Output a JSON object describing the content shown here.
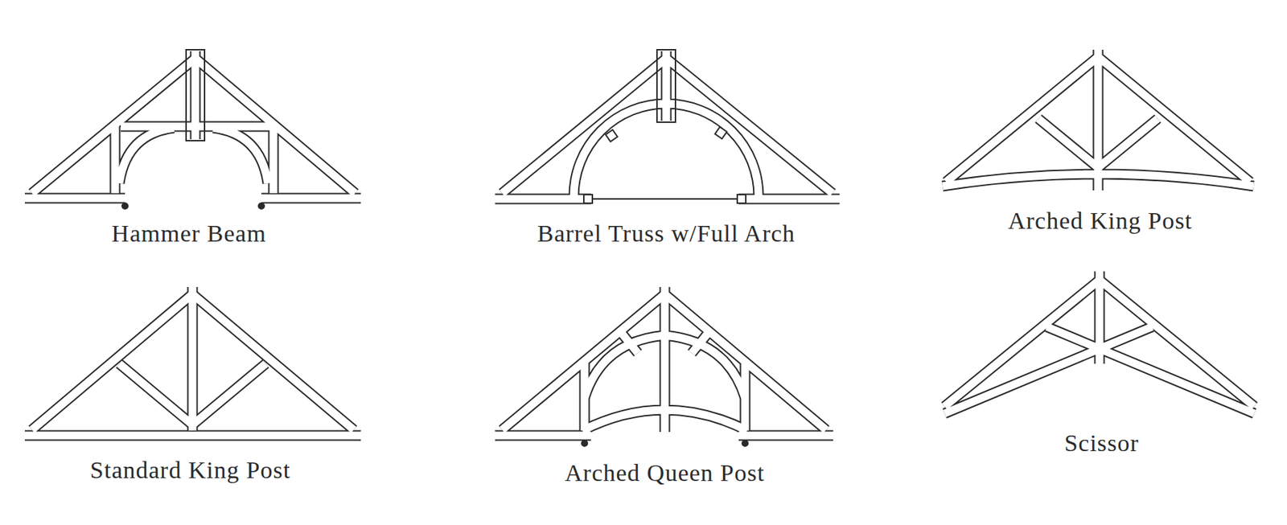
{
  "diagram": {
    "labels": [
      "Hammer Beam",
      "Barrel Truss w/Full Arch",
      "Arched King Post",
      "Standard King Post",
      "Arched Queen Post",
      "Scissor"
    ]
  }
}
